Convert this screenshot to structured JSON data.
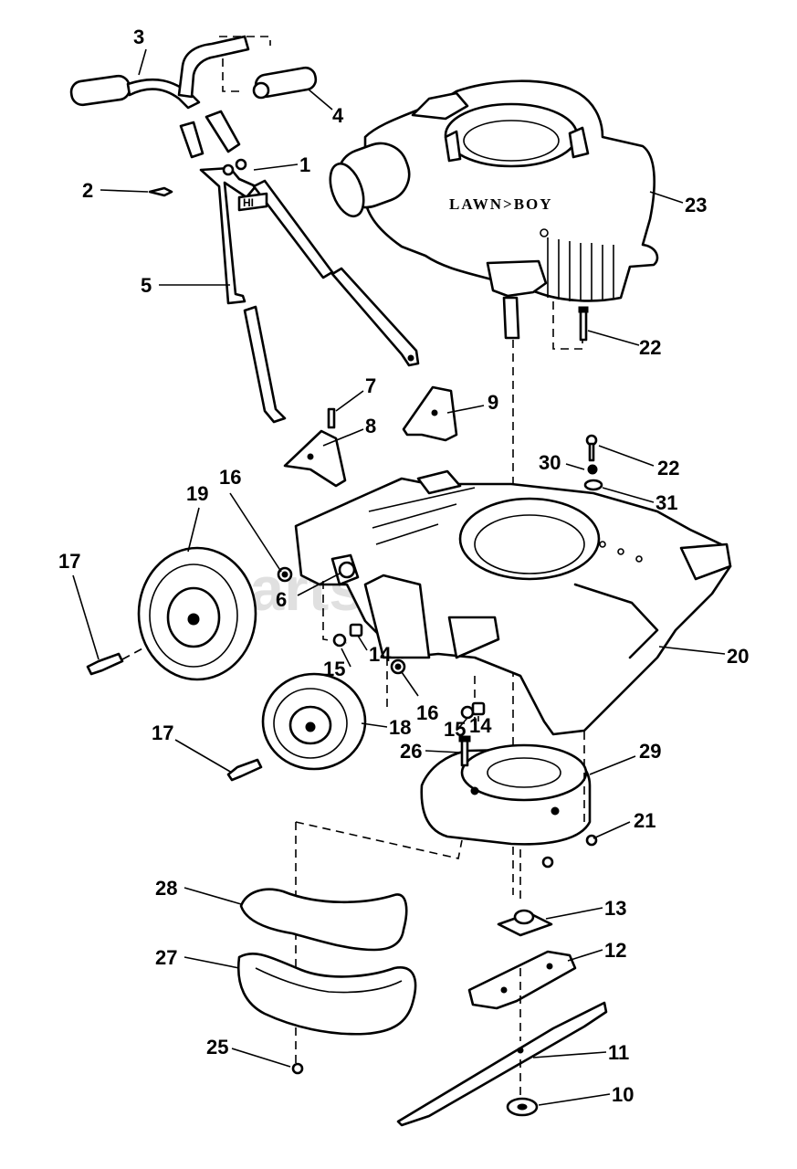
{
  "watermark": "PartsTree",
  "brand_stamp": "LAWN>BOY",
  "handle_marking": "HI",
  "callouts": [
    "1",
    "2",
    "3",
    "4",
    "5",
    "6",
    "7",
    "8",
    "9",
    "10",
    "11",
    "12",
    "13",
    "14",
    "14",
    "15",
    "15",
    "16",
    "16",
    "17",
    "17",
    "18",
    "19",
    "20",
    "21",
    "22",
    "22",
    "23",
    "25",
    "26",
    "27",
    "28",
    "29",
    "30",
    "31"
  ]
}
